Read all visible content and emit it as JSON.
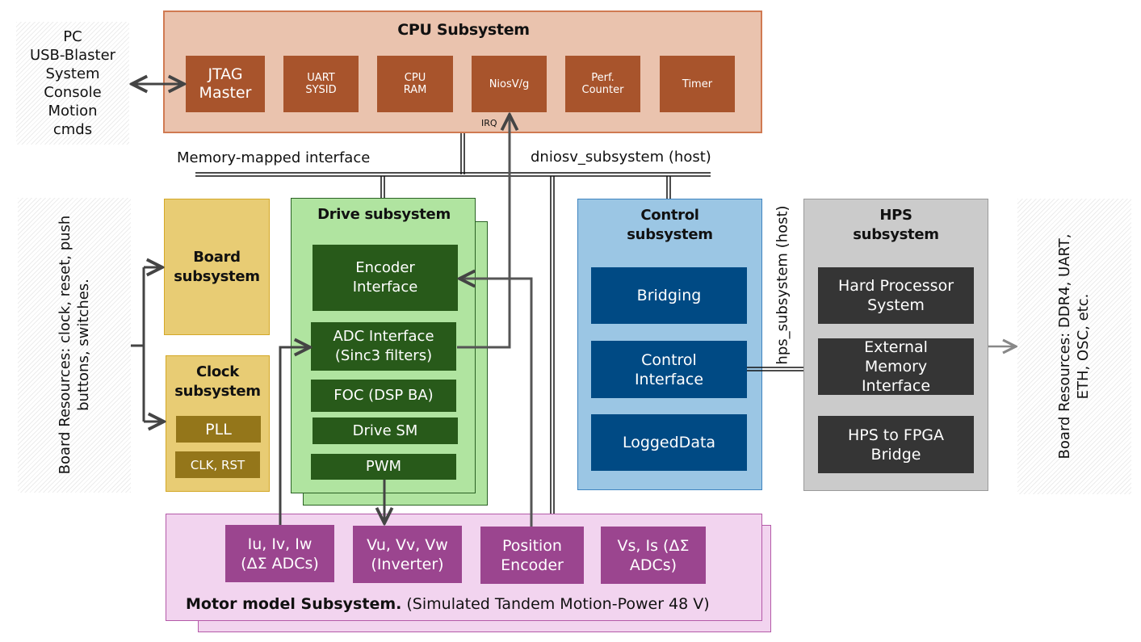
{
  "pc_box": {
    "lines": [
      "PC",
      "USB-Blaster",
      "System",
      "Console",
      "Motion",
      "cmds"
    ]
  },
  "cpu": {
    "title": "CPU Subsystem",
    "blocks": [
      {
        "line1": "JTAG",
        "line2": "Master"
      },
      {
        "line1": "UART",
        "line2": "SYSID"
      },
      {
        "line1": "CPU",
        "line2": "RAM"
      },
      {
        "line1": "NiosV/g",
        "line2": ""
      },
      {
        "line1": "Perf.",
        "line2": "Counter"
      },
      {
        "line1": "Timer",
        "line2": ""
      }
    ],
    "irq_label": "IRQ"
  },
  "bus_labels": {
    "memory_mapped": "Memory-mapped interface",
    "dniosv_host": "dniosv_subsystem (host)",
    "hps_host": "hps_subsystem (host)"
  },
  "board_resources_left": {
    "line1": "Board Resources: clock, reset, push",
    "line2": "buttons, switches."
  },
  "board_subsystem": {
    "title_line1": "Board",
    "title_line2": "subsystem"
  },
  "clock_subsystem": {
    "title_line1": "Clock",
    "title_line2": "subsystem",
    "blocks": [
      "PLL",
      "CLK, RST"
    ]
  },
  "drive": {
    "title": "Drive subsystem",
    "blocks": [
      {
        "line1": "Encoder",
        "line2": "Interface"
      },
      {
        "line1": "ADC Interface",
        "line2": "(Sinc3 filters)"
      },
      {
        "line1": "FOC (DSP BA)",
        "line2": ""
      },
      {
        "line1": "Drive SM",
        "line2": ""
      },
      {
        "line1": "PWM",
        "line2": ""
      }
    ]
  },
  "control": {
    "title_line1": "Control",
    "title_line2": "subsystem",
    "blocks": [
      {
        "line1": "Bridging",
        "line2": ""
      },
      {
        "line1": "Control",
        "line2": "Interface"
      },
      {
        "line1": "LoggedData",
        "line2": ""
      }
    ]
  },
  "hps": {
    "title_line1": "HPS",
    "title_line2": "subsystem",
    "blocks": [
      {
        "line1": "Hard Processor",
        "line2": "System",
        "line3": ""
      },
      {
        "line1": "External",
        "line2": "Memory",
        "line3": "Interface"
      },
      {
        "line1": "HPS to FPGA",
        "line2": "Bridge",
        "line3": ""
      }
    ]
  },
  "board_resources_right": {
    "line1": "Board Resources: DDR4, UART,",
    "line2": "ETH, OSC, etc."
  },
  "motor": {
    "title_bold": "Motor model Subsystem.",
    "title_rest": " (Simulated Tandem Motion-Power 48 V)",
    "blocks": [
      {
        "line1": "Iu, Iv, Iw",
        "line2": "(ΔΣ ADCs)"
      },
      {
        "line1": "Vu, Vv, Vw",
        "line2": "(Inverter)"
      },
      {
        "line1": "Position",
        "line2": "Encoder"
      },
      {
        "line1": "Vs, Is (ΔΣ",
        "line2": "ADCs)"
      }
    ]
  },
  "colors": {
    "cpu_bg": "#eac3ae",
    "cpu_block": "#a8542c",
    "board_bg": "#e8cc74",
    "clock_block": "#94761a",
    "drive_bg": "#b0e4a0",
    "drive_block": "#285a1a",
    "control_bg": "#9bc6e4",
    "control_block": "#004a84",
    "hps_bg": "#cbcbcb",
    "hps_block": "#353535",
    "motor_bg": "#f2d4ef",
    "motor_block": "#9b458f"
  }
}
